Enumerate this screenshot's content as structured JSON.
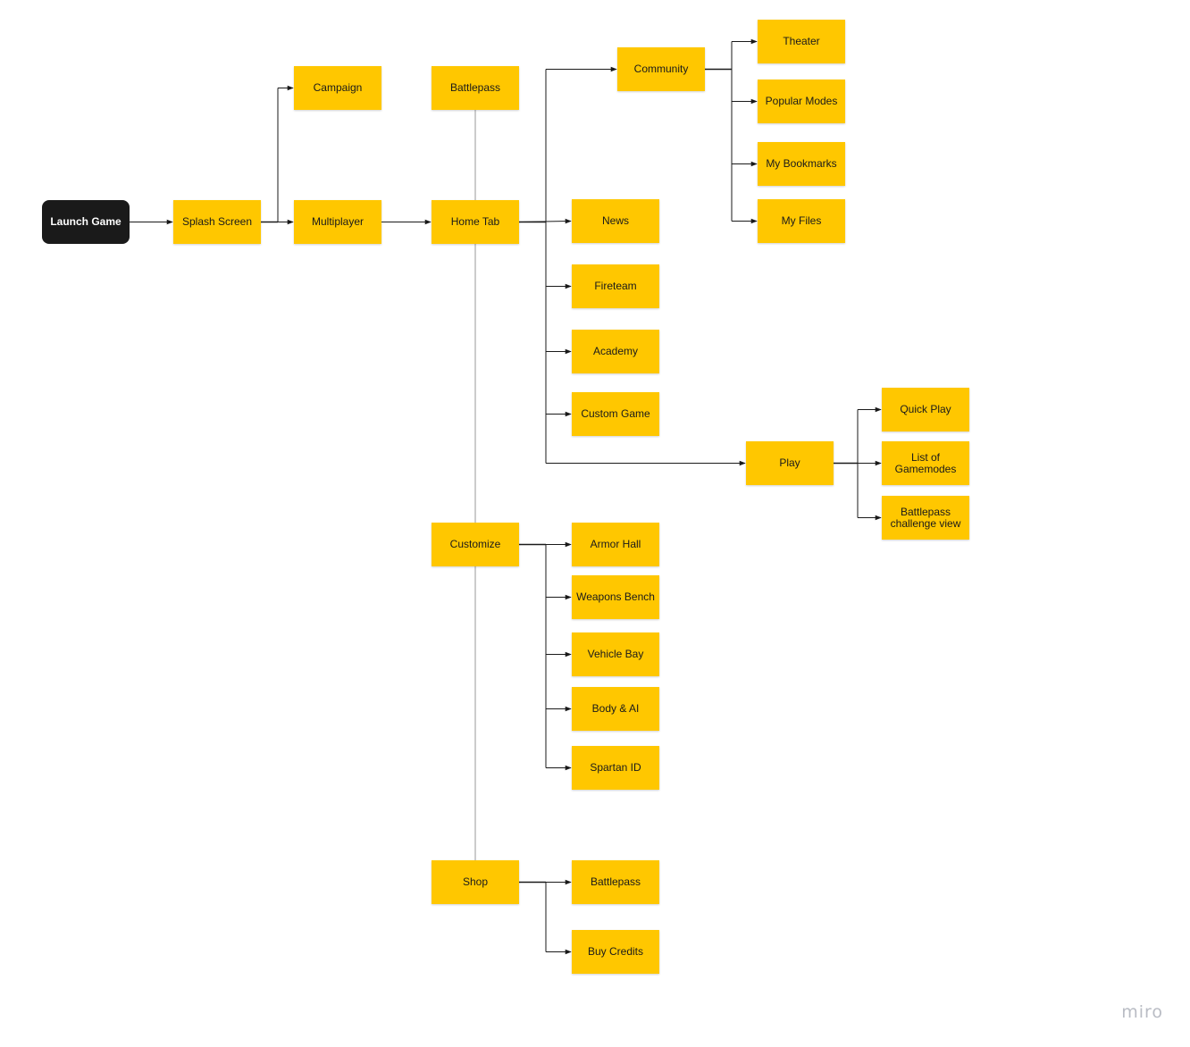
{
  "nodes": {
    "launch_game": "Launch Game",
    "splash_screen": "Splash Screen",
    "campaign": "Campaign",
    "multiplayer": "Multiplayer",
    "battlepass_top": "Battlepass",
    "home_tab": "Home Tab",
    "community": "Community",
    "theater": "Theater",
    "popular_modes": "Popular Modes",
    "my_bookmarks": "My Bookmarks",
    "my_files": "My Files",
    "news": "News",
    "fireteam": "Fireteam",
    "academy": "Academy",
    "custom_game": "Custom Game",
    "play": "Play",
    "quick_play": "Quick Play",
    "list_of_gamemodes": "List of\nGamemodes",
    "battlepass_challenge_view": "Battlepass\nchallenge view",
    "customize": "Customize",
    "armor_hall": "Armor Hall",
    "weapons_bench": "Weapons Bench",
    "vehicle_bay": "Vehicle Bay",
    "body_ai": "Body & AI",
    "spartan_id": "Spartan ID",
    "shop": "Shop",
    "shop_battlepass": "Battlepass",
    "buy_credits": "Buy Credits"
  },
  "edges": [
    [
      "launch_game",
      "splash_screen"
    ],
    [
      "splash_screen",
      "campaign"
    ],
    [
      "splash_screen",
      "multiplayer"
    ],
    [
      "multiplayer",
      "home_tab"
    ],
    [
      "home_tab",
      "community"
    ],
    [
      "home_tab",
      "news"
    ],
    [
      "home_tab",
      "fireteam"
    ],
    [
      "home_tab",
      "academy"
    ],
    [
      "home_tab",
      "custom_game"
    ],
    [
      "home_tab",
      "play"
    ],
    [
      "community",
      "theater"
    ],
    [
      "community",
      "popular_modes"
    ],
    [
      "community",
      "my_bookmarks"
    ],
    [
      "community",
      "my_files"
    ],
    [
      "play",
      "quick_play"
    ],
    [
      "play",
      "list_of_gamemodes"
    ],
    [
      "play",
      "battlepass_challenge_view"
    ],
    [
      "customize",
      "armor_hall"
    ],
    [
      "customize",
      "weapons_bench"
    ],
    [
      "customize",
      "vehicle_bay"
    ],
    [
      "customize",
      "body_ai"
    ],
    [
      "customize",
      "spartan_id"
    ],
    [
      "shop",
      "shop_battlepass"
    ],
    [
      "shop",
      "buy_credits"
    ]
  ],
  "colors": {
    "node_fill": "#ffc700",
    "start_fill": "#1a1a1a",
    "connector": "#1a1a1a",
    "spine": "#9a9a9a"
  },
  "watermark": "miro"
}
